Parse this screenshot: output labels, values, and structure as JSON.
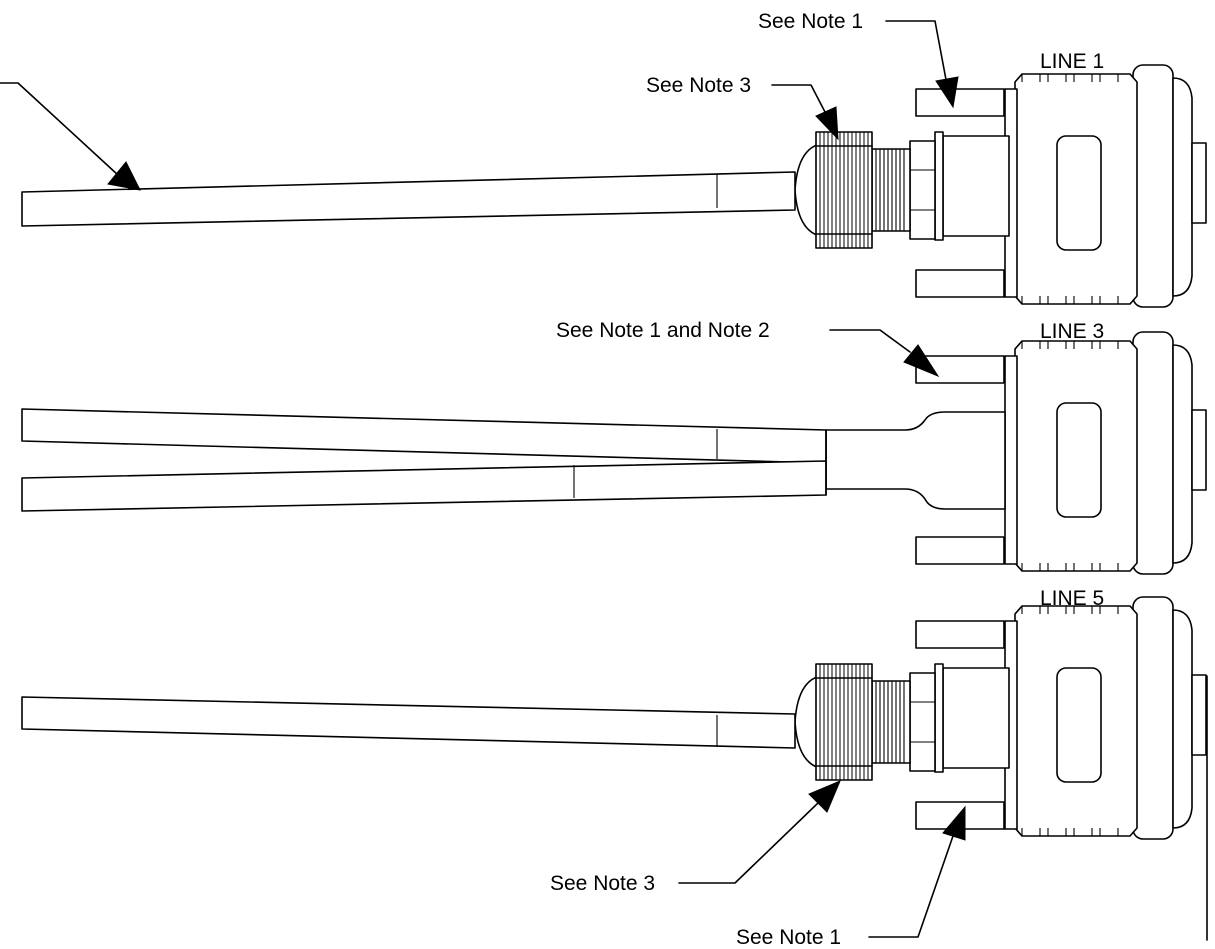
{
  "callouts": {
    "note1_top": "See Note 1",
    "note3_top": "See Note 3",
    "note1_and_2": "See Note 1 and Note 2",
    "note3_bottom": "See Note 3",
    "note1_bottom": "See Note 1"
  },
  "lines": {
    "line1": "LINE 1",
    "line3": "LINE 3",
    "line5": "LINE 5"
  }
}
